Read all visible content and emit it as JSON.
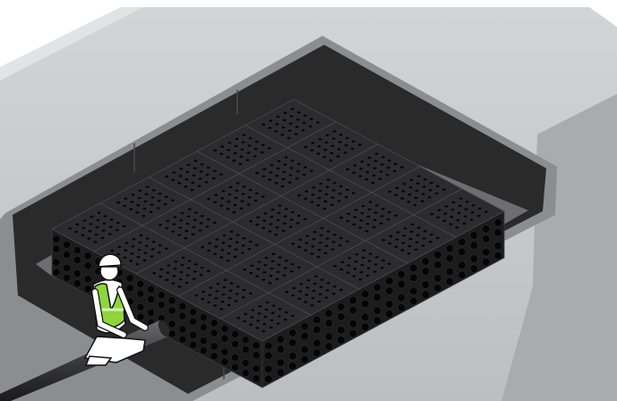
{
  "illustration": {
    "subject": "stormwater-attenuation-crate-installation",
    "crate_grid": {
      "columns": 5,
      "rows": 5
    },
    "colors": {
      "ground_top": "#c9cacc",
      "ground_side": "#a9abae",
      "membrane": "#2a2a2b",
      "crate": "#1c1c1d",
      "crate_top": "#2c2c2e",
      "crate_hole": "#050505",
      "gravel": "#6e6e70",
      "hi_vis": "#8fd63a",
      "pipe": "#3a3a3c"
    },
    "icons": [
      "worker-figure",
      "inlet-pipe"
    ]
  }
}
